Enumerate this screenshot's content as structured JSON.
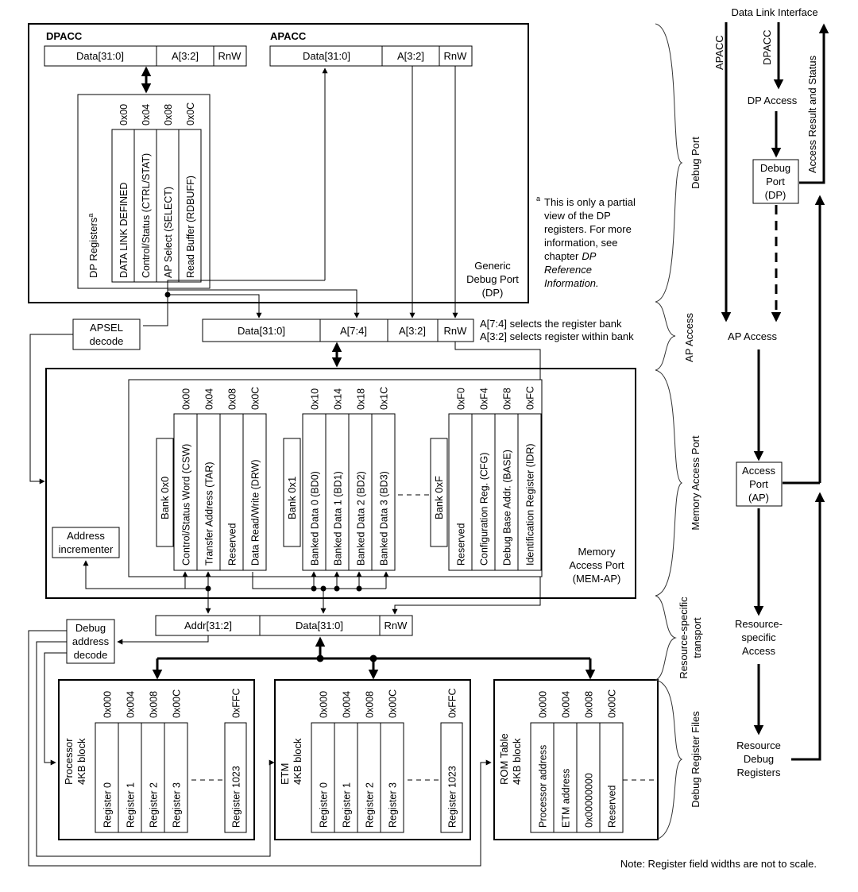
{
  "dp": {
    "dpacc_title": "DPACC",
    "apacc_title": "APACC",
    "fields": {
      "data": "Data[31:0]",
      "a32": "A[3:2]",
      "rnw": "RnW"
    },
    "regs_title": "DP Registers",
    "regs_title_sup": "a",
    "registers": [
      {
        "offset": "0x00",
        "name": "DATA LINK DEFINED"
      },
      {
        "offset": "0x04",
        "name": "Control/Status (CTRL/STAT)"
      },
      {
        "offset": "0x08",
        "name": "AP Select (SELECT)"
      },
      {
        "offset": "0x0C",
        "name": "Read Buffer (RDBUFF)"
      }
    ],
    "label_lines": [
      "Generic",
      "Debug Port",
      "(DP)"
    ]
  },
  "footnote": {
    "marker": "a",
    "lines": [
      "This is only a partial",
      "view of the DP",
      "registers. For more",
      "information, see",
      "chapter"
    ],
    "italic_lines": [
      "DP",
      "Reference",
      "Information."
    ]
  },
  "ap_access_bus": {
    "fields": [
      "Data[31:0]",
      "A[7:4]",
      "A[3:2]",
      "RnW"
    ],
    "notes": [
      "A[7:4] selects the register bank",
      "A[3:2] selects register within bank"
    ]
  },
  "apsel": {
    "lines": [
      "APSEL",
      "decode"
    ]
  },
  "memap": {
    "bank0": {
      "label": "Bank 0x0",
      "registers": [
        {
          "offset": "0x00",
          "name": "Control/Status Word (CSW)"
        },
        {
          "offset": "0x04",
          "name": "Transfer Address (TAR)"
        },
        {
          "offset": "0x08",
          "name": "Reserved"
        },
        {
          "offset": "0x0C",
          "name": "Data Read/Write (DRW)"
        }
      ]
    },
    "bank1": {
      "label": "Bank 0x1",
      "registers": [
        {
          "offset": "0x10",
          "name": "Banked Data 0 (BD0)"
        },
        {
          "offset": "0x14",
          "name": "Banked Data 1 (BD1)"
        },
        {
          "offset": "0x18",
          "name": "Banked Data 2 (BD2)"
        },
        {
          "offset": "0x1C",
          "name": "Banked Data 3 (BD3)"
        }
      ]
    },
    "bankF": {
      "label": "Bank 0xF",
      "registers": [
        {
          "offset": "0xF0",
          "name": "Reserved"
        },
        {
          "offset": "0xF4",
          "name": "Configuration Reg. (CFG)"
        },
        {
          "offset": "0xF8",
          "name": "Debug Base Addr. (BASE)"
        },
        {
          "offset": "0xFC",
          "name": "Identification Register (IDR)"
        }
      ]
    },
    "incrementer_lines": [
      "Address",
      "incrementer"
    ],
    "label_lines": [
      "Memory",
      "Access Port",
      "(MEM-AP)"
    ]
  },
  "resource_bus": {
    "fields": [
      "Addr[31:2]",
      "Data[31:0]",
      "RnW"
    ]
  },
  "debug_decode": {
    "lines": [
      "Debug",
      "address",
      "decode"
    ]
  },
  "blocks": [
    {
      "title_lines": [
        "Processor",
        "4KB block"
      ],
      "registers": [
        {
          "offset": "0x000",
          "name": "Register 0"
        },
        {
          "offset": "0x004",
          "name": "Register 1"
        },
        {
          "offset": "0x008",
          "name": "Register 2"
        },
        {
          "offset": "0x00C",
          "name": "Register 3"
        }
      ],
      "last": {
        "offset": "0xFFC",
        "name": "Register 1023"
      }
    },
    {
      "title_lines": [
        "ETM",
        "4KB block"
      ],
      "registers": [
        {
          "offset": "0x000",
          "name": "Register 0"
        },
        {
          "offset": "0x004",
          "name": "Register 1"
        },
        {
          "offset": "0x008",
          "name": "Register 2"
        },
        {
          "offset": "0x00C",
          "name": "Register 3"
        }
      ],
      "last": {
        "offset": "0xFFC",
        "name": "Register 1023"
      }
    },
    {
      "title_lines": [
        "ROM Table",
        "4KB block"
      ],
      "registers": [
        {
          "offset": "0x000",
          "name": "Processor address"
        },
        {
          "offset": "0x004",
          "name": "ETM address"
        },
        {
          "offset": "0x008",
          "name": "0x00000000"
        },
        {
          "offset": "0x00C",
          "name": "Reserved"
        }
      ]
    }
  ],
  "sections": [
    "Debug Port",
    "AP Access",
    "Memory Access Port",
    "Resource-specific transport",
    "Debug Register Files"
  ],
  "flow": {
    "top_label": "Data Link Interface",
    "apacc": "APACC",
    "dpacc": "DPACC",
    "access_result": "Access Result and Status",
    "dp_access": "DP Access",
    "dp_box": [
      "Debug",
      "Port",
      "(DP)"
    ],
    "ap_access": "AP Access",
    "ap_box": [
      "Access",
      "Port",
      "(AP)"
    ],
    "resource_access": [
      "Resource-",
      "specific",
      "Access"
    ],
    "resource_regs": [
      "Resource",
      "Debug",
      "Registers"
    ]
  },
  "note": "Note: Register field widths are not to scale."
}
